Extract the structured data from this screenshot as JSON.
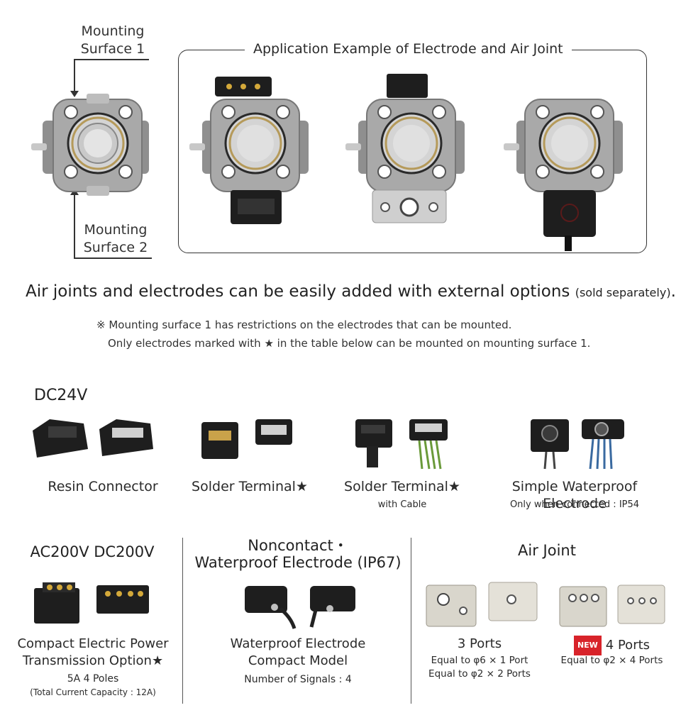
{
  "mounting": {
    "surface1_line1": "Mounting",
    "surface1_line2": "Surface 1",
    "surface2_line1": "Mounting",
    "surface2_line2": "Surface 2"
  },
  "application": {
    "title": "Application Example of Electrode and Air Joint"
  },
  "headline": {
    "main": "Air joints and electrodes can be easily added with external options",
    "small": "(sold separately)",
    "period": "."
  },
  "notes": {
    "line1": "※ Mounting surface 1 has restrictions on the electrodes that can be mounted.",
    "line2": "Only electrodes marked with ★ in the table below can be mounted on mounting surface 1."
  },
  "dc24v": {
    "heading": "DC24V",
    "items": [
      {
        "label": "Resin Connector",
        "sub": ""
      },
      {
        "label": "Solder Terminal★",
        "sub": ""
      },
      {
        "label": "Solder Terminal★",
        "sub": "with Cable"
      },
      {
        "label": "Simple Waterproof Electrode",
        "sub": "Only when connected : IP54"
      }
    ]
  },
  "ac200v": {
    "heading": "AC200V DC200V",
    "label_line1": "Compact Electric Power",
    "label_line2": "Transmission Option★",
    "sub_line1": "5A  4 Poles",
    "sub_line2": "(Total Current Capacity : 12A)"
  },
  "noncontact": {
    "heading_line1": "Noncontact・",
    "heading_line2": "Waterproof Electrode (IP67)",
    "label_line1": "Waterproof Electrode",
    "label_line2": "Compact Model",
    "sub": "Number of Signals : 4"
  },
  "airjoint": {
    "heading": "Air Joint",
    "three_label": "3 Ports",
    "three_sub1": "Equal to φ6 × 1 Port",
    "three_sub2": "Equal to φ2 × 2 Ports",
    "new_badge": "NEW",
    "four_label": "4 Ports",
    "four_sub": "Equal to φ2 × 4 Ports"
  },
  "colors": {
    "new_badge": "#d8232a",
    "metal": "#b8b8b8",
    "dark_part": "#1e1e1e"
  }
}
